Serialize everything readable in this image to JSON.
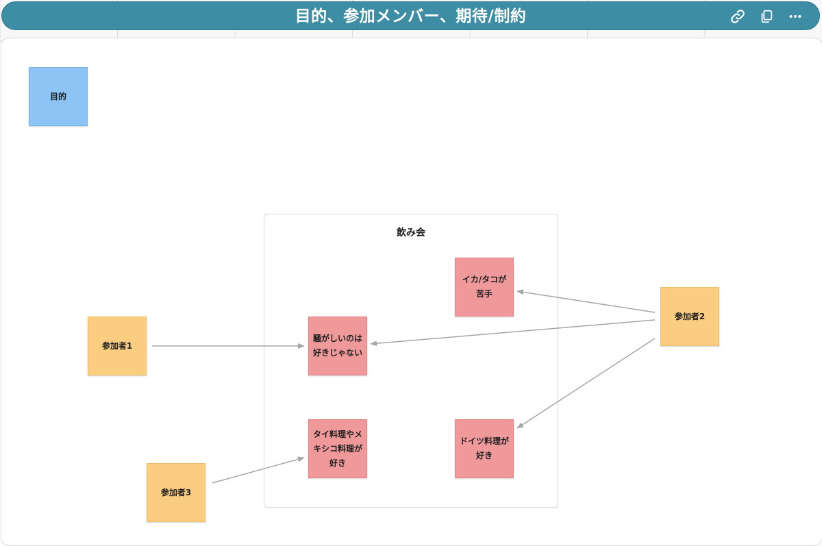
{
  "header": {
    "title": "目的、参加メンバー、期待/制約",
    "actions": [
      {
        "icon": "link-icon"
      },
      {
        "icon": "copy-icon"
      },
      {
        "icon": "more-icon"
      }
    ]
  },
  "board": {
    "purpose_note": "目的",
    "frame_title": "飲み会",
    "participants": {
      "p1": "参加者1",
      "p2": "参加者2",
      "p3": "参加者3"
    },
    "constraints": {
      "noisy": "騒がしいのは\n好きじゃない",
      "squid": "イカ/タコが\n苦手",
      "thai": "タイ料理やメ\nキシコ料理が\n好き",
      "german": "ドイツ料理が\n好き"
    }
  },
  "colors": {
    "header_bg": "#3d8ea5",
    "purpose": "#8cc5f5",
    "participant": "#fbcd80",
    "constraint": "#ef999a",
    "arrow": "#a6a6a6"
  }
}
